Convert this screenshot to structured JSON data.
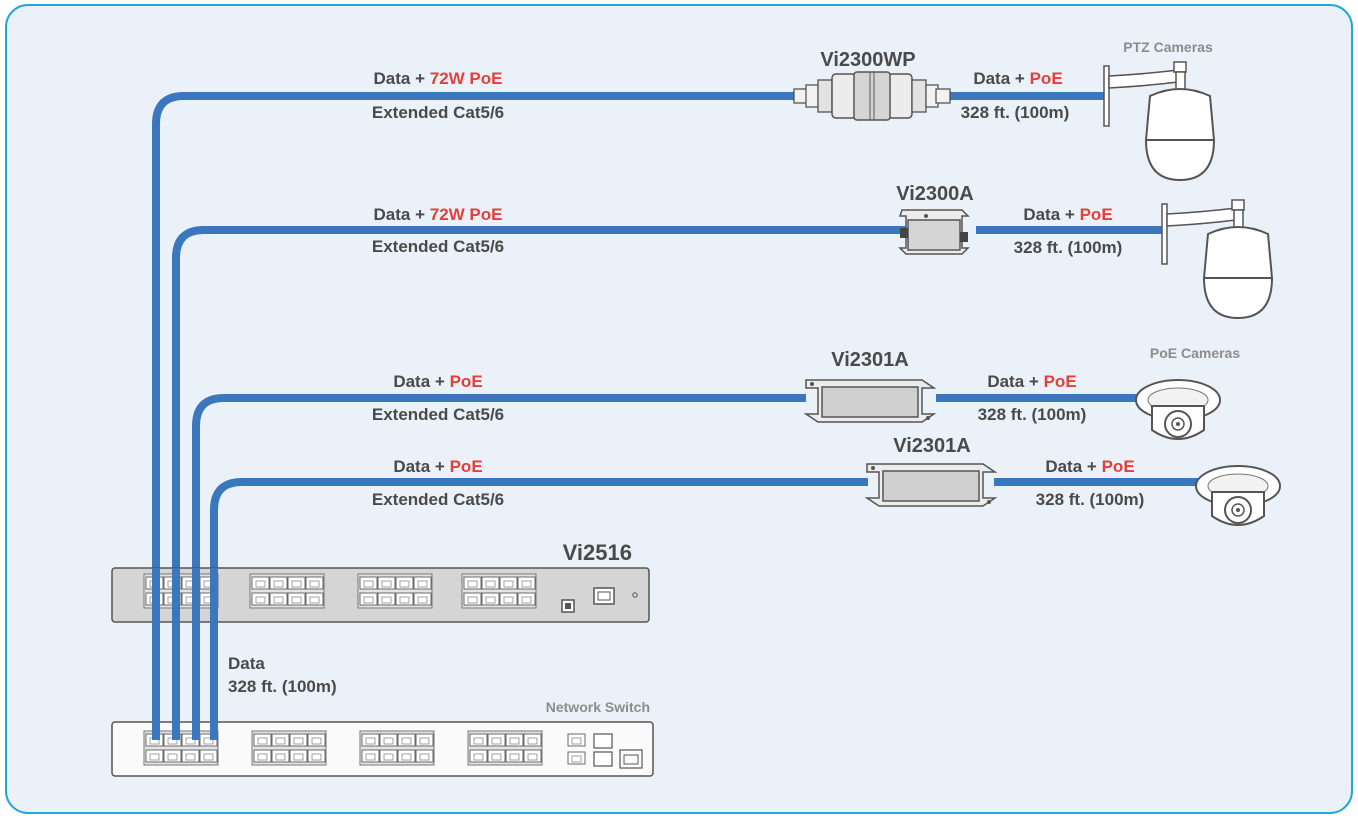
{
  "colors": {
    "frame_border": "#1ea8dc",
    "frame_fill": "#eaf1f8",
    "cable": "#3b77bd",
    "text_dark": "#4a4a4a",
    "text_grey": "#8c8c8c",
    "accent_red": "#e2413b",
    "device_fill": "#d5d5d5",
    "switch_fill": "#fafafa"
  },
  "cable_text": {
    "data": "Data",
    "plus": "+",
    "poe_72w": "72W PoE",
    "poe": "PoE",
    "extended": "Extended Cat5/6",
    "distance": "328 ft. (100m)"
  },
  "devices": {
    "vi2300wp": "Vi2300WP",
    "vi2300a": "Vi2300A",
    "vi2301a_1": "Vi2301A",
    "vi2301a_2": "Vi2301A",
    "vi2516": "Vi2516"
  },
  "groups": {
    "ptz_cameras": "PTZ Cameras",
    "poe_cameras": "PoE Cameras",
    "network_switch": "Network Switch"
  },
  "uplink": {
    "label": "Data",
    "distance": "328 ft. (100m)"
  },
  "icons": [
    "ptz-camera-icon",
    "dome-camera-icon",
    "poe-extender-icon",
    "switch-icon"
  ]
}
